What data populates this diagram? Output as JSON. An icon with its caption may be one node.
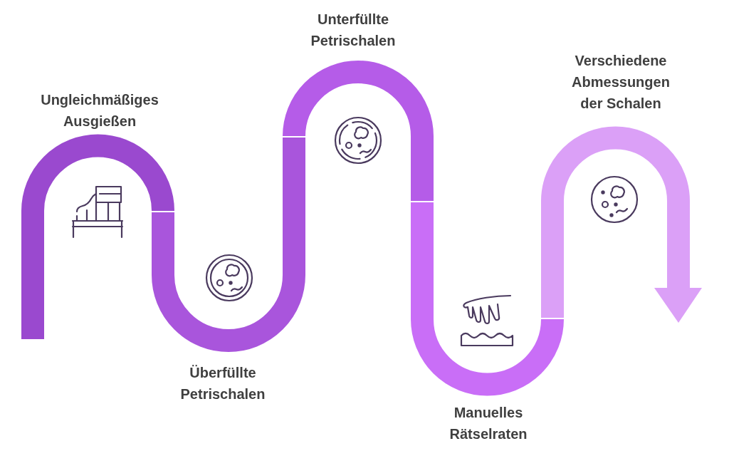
{
  "diagram": {
    "nodes": [
      {
        "text": [
          "Ungleichmäßiges Ausgießen"
        ]
      },
      {
        "text": [
          "Überfüllte Petrischalen"
        ]
      },
      {
        "text": [
          "Unterfüllte Petrischalen"
        ]
      },
      {
        "text": [
          "Manuelles Rätselraten"
        ]
      },
      {
        "text": [
          "Verschiedene Abmessungen der Schalen"
        ]
      }
    ]
  }
}
